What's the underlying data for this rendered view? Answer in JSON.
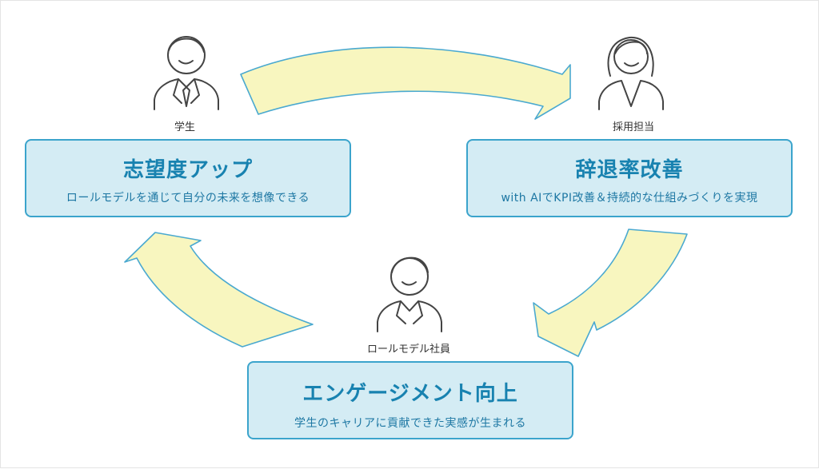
{
  "diagram": {
    "colors": {
      "arrow_fill": "#f8f6bf",
      "arrow_stroke": "#4aa9d0",
      "box_fill": "#d4ecf4",
      "box_border": "#3ba4cc",
      "title_color": "#1882b0",
      "person_stroke": "#444444"
    },
    "nodes": {
      "student": {
        "label": "学生",
        "icon": "businessman-icon",
        "box_title": "志望度アップ",
        "box_subtitle": "ロールモデルを通じて自分の未来を想像できる"
      },
      "recruiter": {
        "label": "採用担当",
        "icon": "businesswoman-icon",
        "box_title": "辞退率改善",
        "box_subtitle": "with AIでKPI改善＆持続的な仕組みづくりを実現"
      },
      "role_model": {
        "label": "ロールモデル社員",
        "icon": "employee-icon",
        "box_title": "エンゲージメント向上",
        "box_subtitle": "学生のキャリアに貢献できた実感が生まれる"
      }
    },
    "cycle": [
      "student",
      "recruiter",
      "role_model",
      "student"
    ]
  }
}
